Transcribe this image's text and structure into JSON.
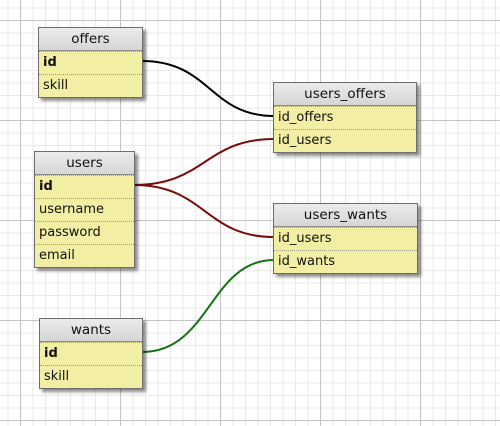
{
  "tables": {
    "offers": {
      "title": "offers",
      "fields": [
        {
          "name": "id",
          "primary": true
        },
        {
          "name": "skill",
          "primary": false
        }
      ]
    },
    "users": {
      "title": "users",
      "fields": [
        {
          "name": "id",
          "primary": true
        },
        {
          "name": "username",
          "primary": false
        },
        {
          "name": "password",
          "primary": false
        },
        {
          "name": "email",
          "primary": false
        }
      ]
    },
    "wants": {
      "title": "wants",
      "fields": [
        {
          "name": "id",
          "primary": true
        },
        {
          "name": "skill",
          "primary": false
        }
      ]
    },
    "users_offers": {
      "title": "users_offers",
      "fields": [
        {
          "name": "id_offers",
          "primary": false
        },
        {
          "name": "id_users",
          "primary": false
        }
      ]
    },
    "users_wants": {
      "title": "users_wants",
      "fields": [
        {
          "name": "id_users",
          "primary": false
        },
        {
          "name": "id_wants",
          "primary": false
        }
      ]
    }
  },
  "relations": [
    {
      "from": "offers.id",
      "to": "users_offers.id_offers",
      "color": "#000000"
    },
    {
      "from": "users.id",
      "to": "users_offers.id_users",
      "color": "#7a0a0a"
    },
    {
      "from": "users.id",
      "to": "users_wants.id_users",
      "color": "#7a0a0a"
    },
    {
      "from": "wants.id",
      "to": "users_wants.id_wants",
      "color": "#127312"
    }
  ]
}
